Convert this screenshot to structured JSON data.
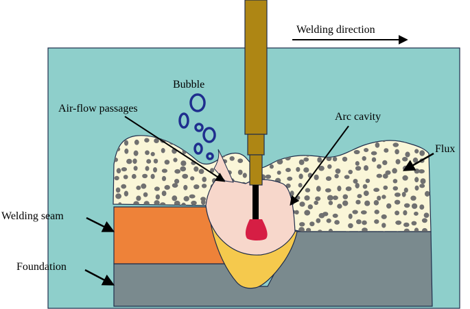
{
  "labels": {
    "welding_direction": "Welding direction",
    "bubble": "Bubble",
    "air_flow_passages": "Air-flow passages",
    "arc_cavity": "Arc cavity",
    "flux": "Flux",
    "welding_seam": "Welding seam",
    "foundation": "Foundation"
  },
  "colors": {
    "background": "#8ECFCB",
    "foundation": "#7A8A8E",
    "welding_seam": "#EE8239",
    "flux": "#FAF6D8",
    "flux_dots": "#707070",
    "molten_pool": "#F7D7CB",
    "slag": "#F5C94D",
    "electrode": "#AE8614",
    "arc": "#D61E44",
    "bubbles": "#1F2E8E"
  }
}
